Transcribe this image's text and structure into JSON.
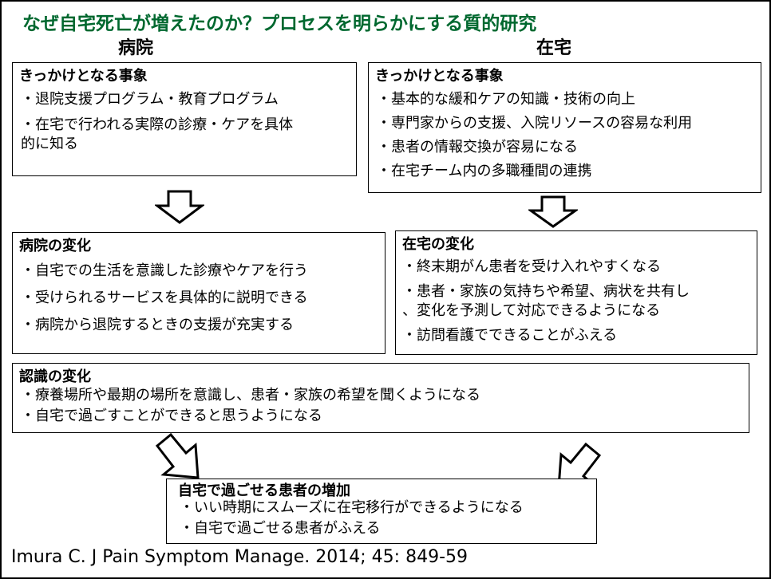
{
  "title": "なぜ自宅死亡が増えたのか？プロセスを明らかにする質的研究",
  "columns": {
    "hospital": "病院",
    "home": "在宅"
  },
  "hospital_trigger": {
    "heading": "きっかけとなる事象",
    "items": [
      "・退院支援プログラム・教育プログラム",
      "・在宅で行われる実際の診療・ケアを具体",
      "的に知る"
    ]
  },
  "home_trigger": {
    "heading": "きっかけとなる事象",
    "items": [
      "・基本的な緩和ケアの知識・技術の向上",
      "・専門家からの支援、入院リソースの容易な利用",
      "・患者の情報交換が容易になる",
      "・在宅チーム内の多職種間の連携"
    ]
  },
  "hospital_change": {
    "heading": "病院の変化",
    "items": [
      "・自宅での生活を意識した診療やケアを行う",
      "・受けられるサービスを具体的に説明できる",
      "・病院から退院するときの支援が充実する"
    ]
  },
  "home_change": {
    "heading": "在宅の変化",
    "items": [
      "・終末期がん患者を受け入れやすくなる",
      "・患者・家族の気持ちや希望、病状を共有し",
      "、変化を予測して対応できるようになる",
      "・訪問看護でできることがふえる"
    ]
  },
  "recognition_change": {
    "heading": "認識の変化",
    "items": [
      "・療養場所や最期の場所を意識し、患者・家族の希望を聞くようになる",
      "・自宅で過ごすことができると思うようになる"
    ]
  },
  "outcome": {
    "heading": "自宅で過ごせる患者の増加",
    "items": [
      "・いい時期にスムーズに在宅移行ができるようになる",
      "・自宅で過ごせる患者がふえる"
    ]
  },
  "citation": "Imura C. J Pain Symptom Manage. 2014; 45: 849-59",
  "colors": {
    "title": "#00682f",
    "border": "#000000"
  }
}
